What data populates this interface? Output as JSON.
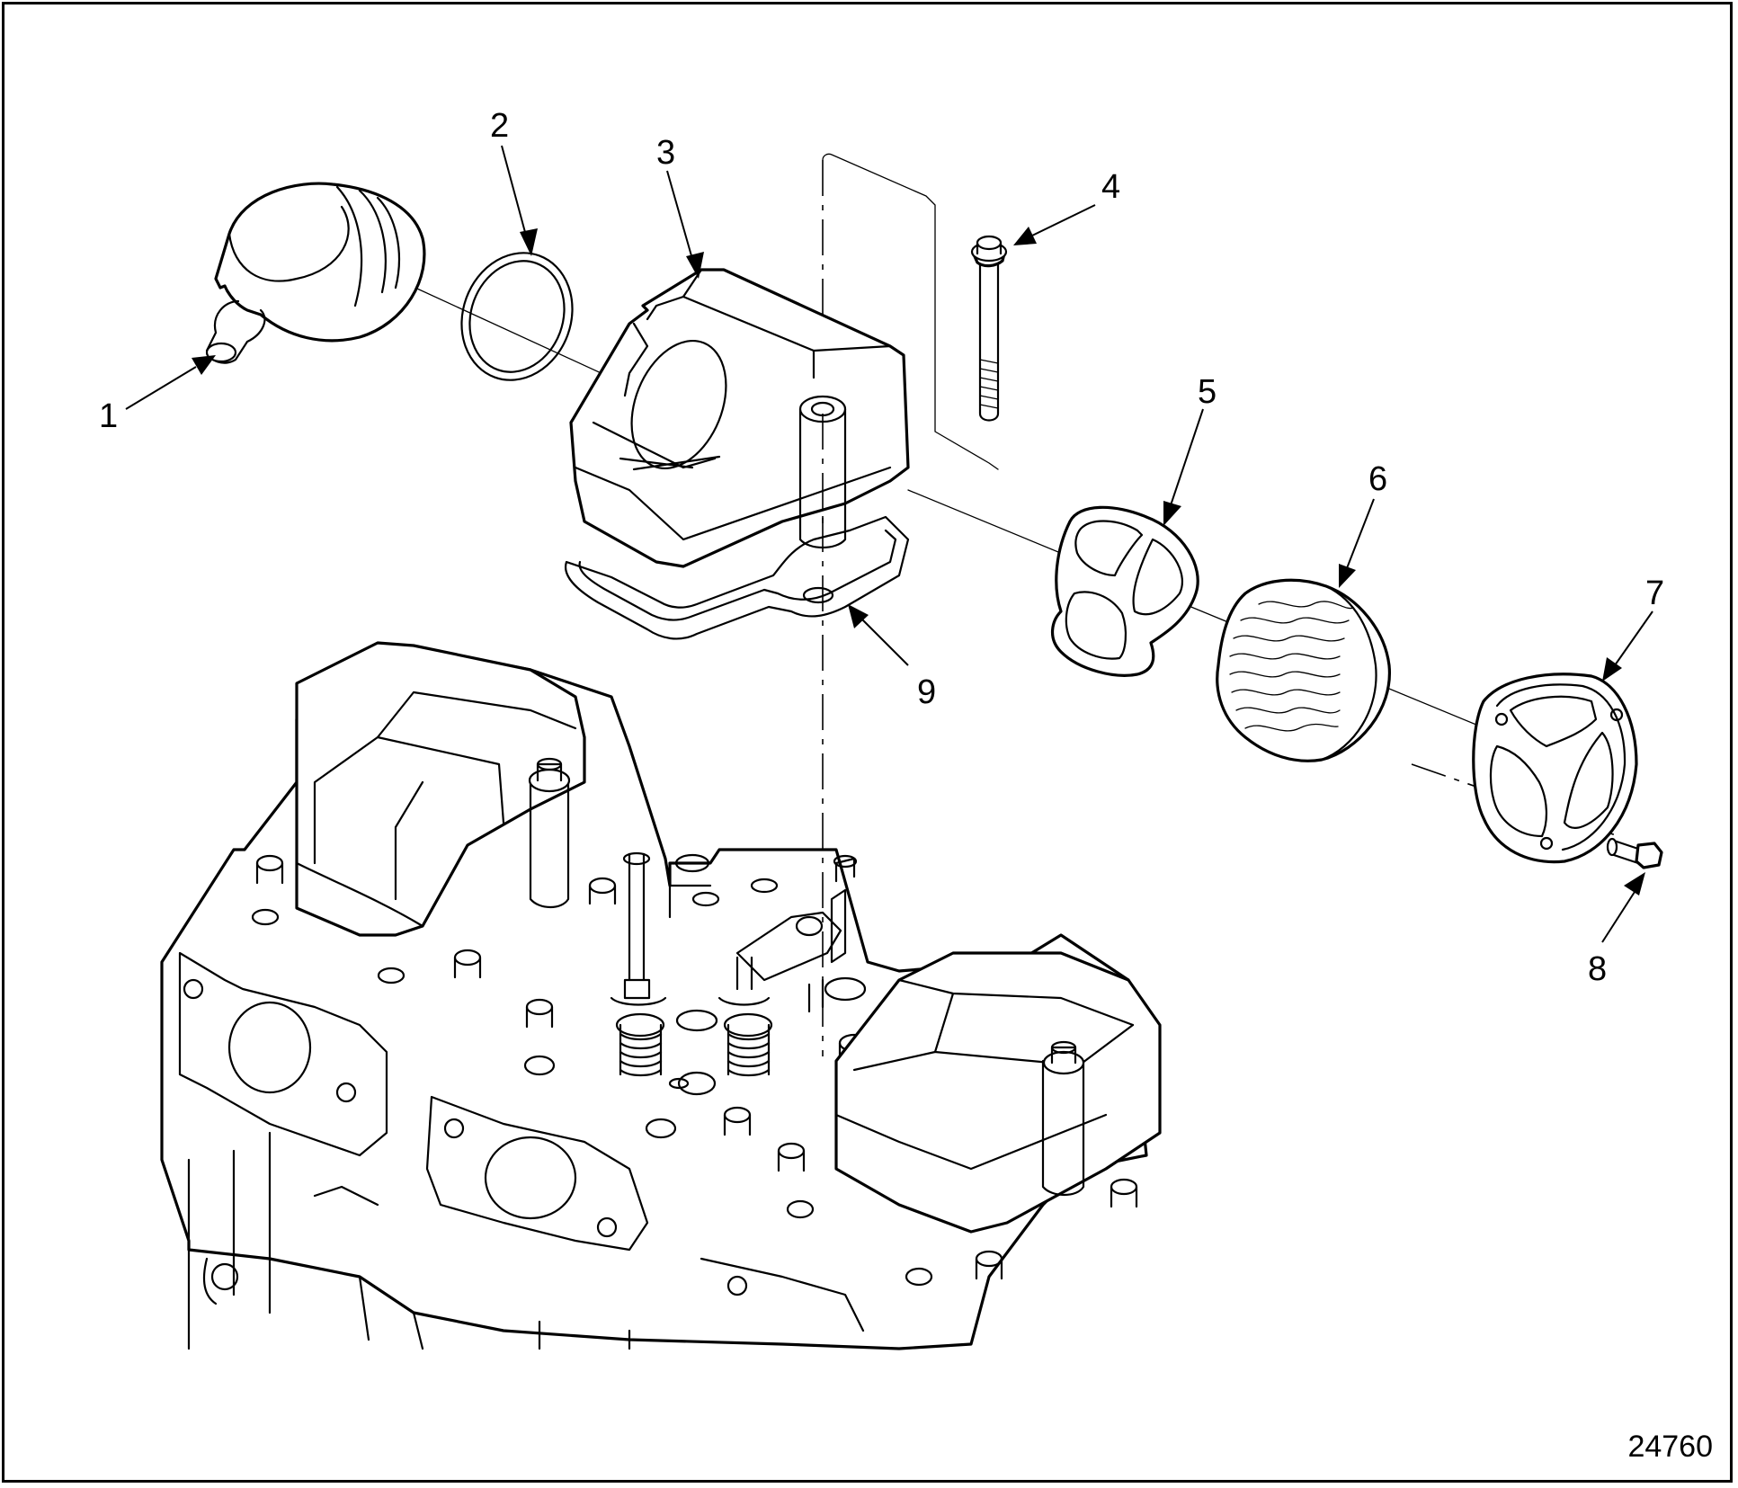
{
  "figure": {
    "figure_number": "24760",
    "callouts": [
      {
        "id": "1",
        "label": "1"
      },
      {
        "id": "2",
        "label": "2"
      },
      {
        "id": "3",
        "label": "3"
      },
      {
        "id": "4",
        "label": "4"
      },
      {
        "id": "5",
        "label": "5"
      },
      {
        "id": "6",
        "label": "6"
      },
      {
        "id": "7",
        "label": "7"
      },
      {
        "id": "8",
        "label": "8"
      },
      {
        "id": "9",
        "label": "9"
      }
    ]
  }
}
